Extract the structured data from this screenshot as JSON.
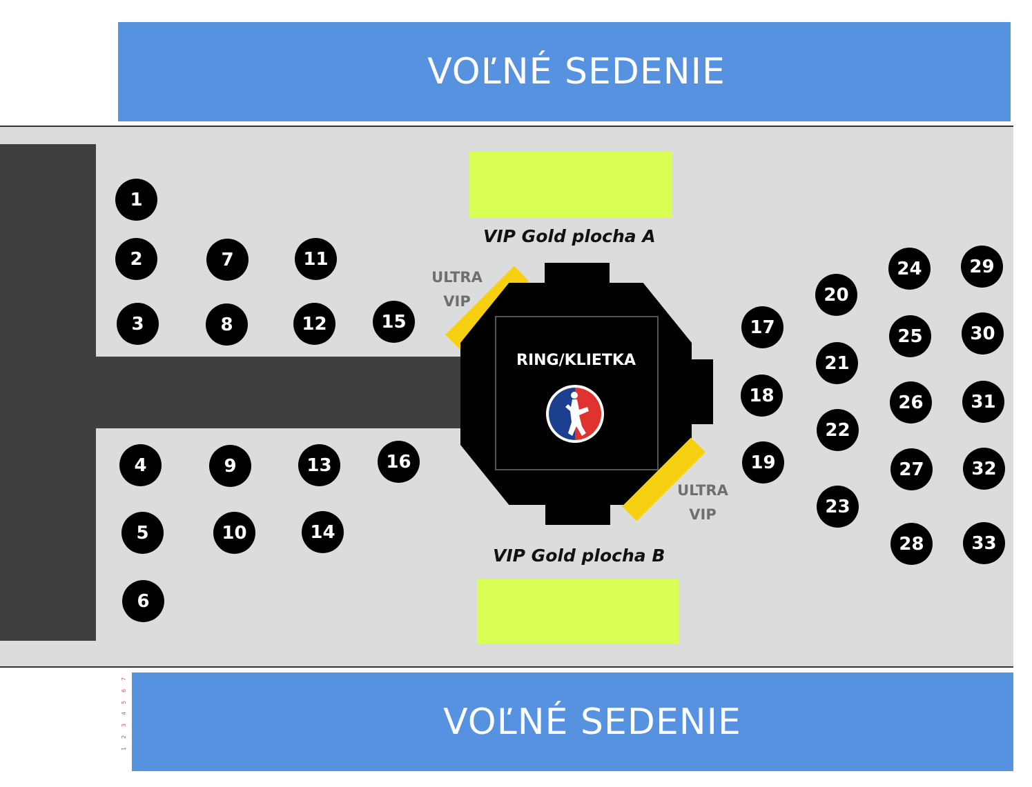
{
  "banners": {
    "top": "VOĽNÉ SEDENIE",
    "bottom": "VOĽNÉ SEDENIE"
  },
  "vip_gold": {
    "a": "VIP Gold plocha A",
    "b": "VIP Gold plocha B"
  },
  "ultra_vip": {
    "first": {
      "line1": "ULTRA",
      "line2": "VIP"
    },
    "second": {
      "line1": "ULTRA",
      "line2": "VIP"
    }
  },
  "ring": {
    "label": "RING/KLIETKA",
    "logo_icon": "fighter-logo-icon"
  },
  "colors": {
    "banner": "#5692e0",
    "floor": "#dcdcdc",
    "stage": "#3f3f3f",
    "vip_gold": "#d9fe54",
    "ultra_vip": "#f7d011",
    "table": "#000000",
    "logo_blue": "#1c3f8f",
    "logo_red": "#e0322f"
  },
  "tables": [
    {
      "label": "1"
    },
    {
      "label": "2"
    },
    {
      "label": "3"
    },
    {
      "label": "4"
    },
    {
      "label": "5"
    },
    {
      "label": "6"
    },
    {
      "label": "7"
    },
    {
      "label": "8"
    },
    {
      "label": "9"
    },
    {
      "label": "10"
    },
    {
      "label": "11"
    },
    {
      "label": "12"
    },
    {
      "label": "13"
    },
    {
      "label": "14"
    },
    {
      "label": "15"
    },
    {
      "label": "16"
    },
    {
      "label": "17"
    },
    {
      "label": "18"
    },
    {
      "label": "19"
    },
    {
      "label": "20"
    },
    {
      "label": "21"
    },
    {
      "label": "22"
    },
    {
      "label": "23"
    },
    {
      "label": "24"
    },
    {
      "label": "25"
    },
    {
      "label": "26"
    },
    {
      "label": "27"
    },
    {
      "label": "28"
    },
    {
      "label": "29"
    },
    {
      "label": "30"
    },
    {
      "label": "31"
    },
    {
      "label": "32"
    },
    {
      "label": "33"
    }
  ],
  "edge_ticks": [
    "1",
    "2",
    "3",
    "4",
    "5",
    "6",
    "7"
  ]
}
